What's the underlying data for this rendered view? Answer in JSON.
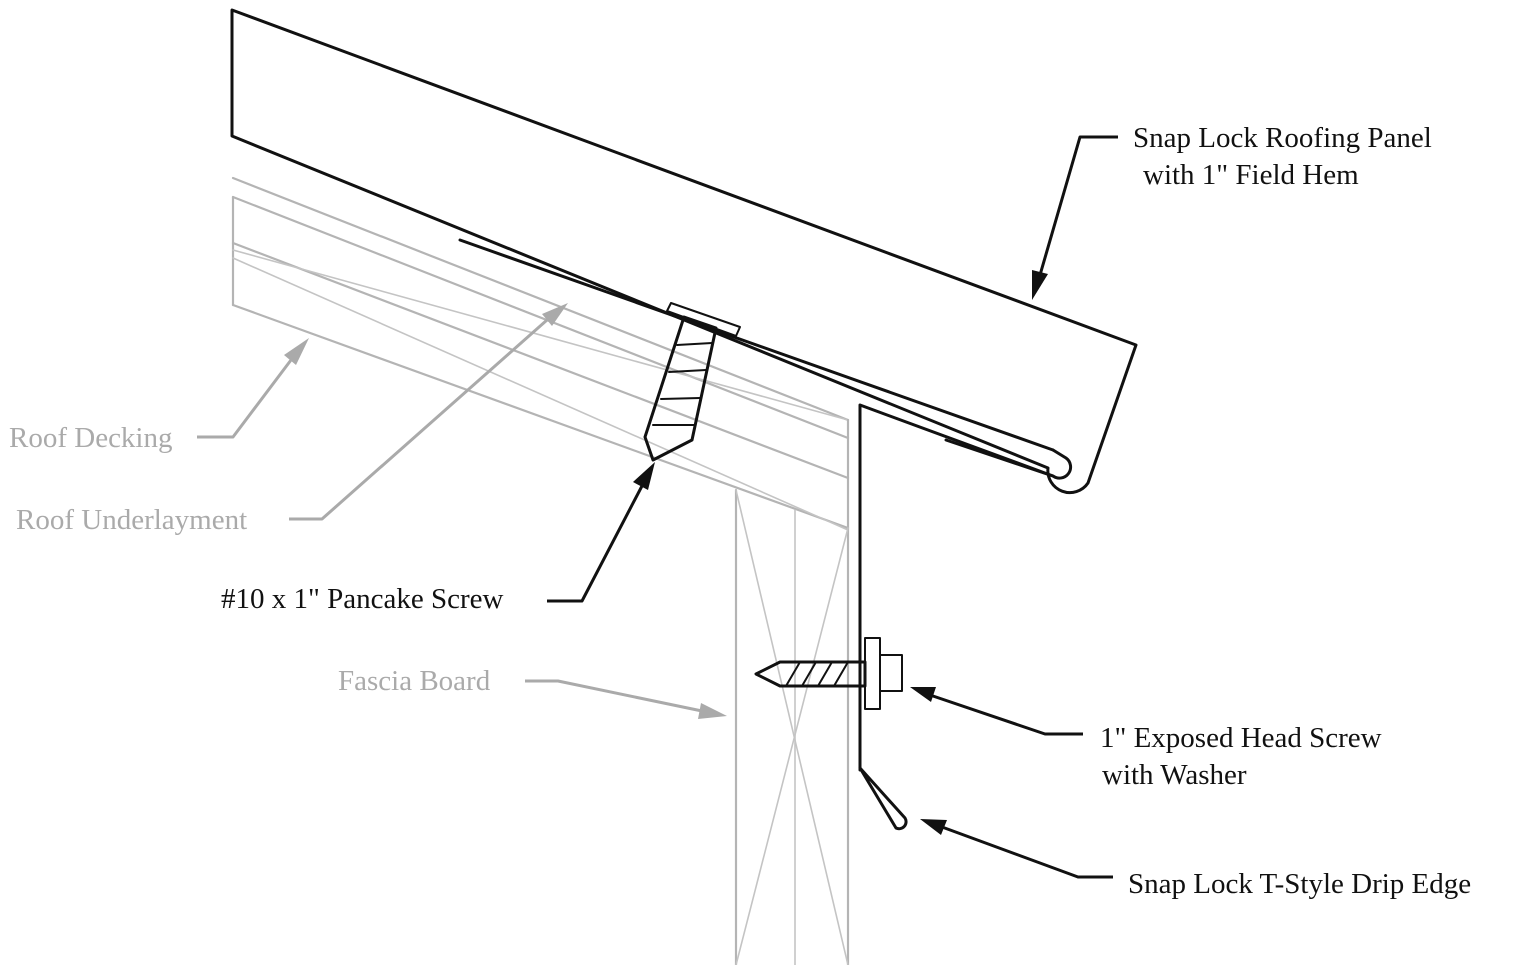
{
  "colors": {
    "line_dark": "#111111",
    "line_gray": "#b4b4b4",
    "label_gray": "#aaaaaa",
    "background": "#ffffff"
  },
  "labels": {
    "roofing_panel": {
      "line1": "Snap Lock Roofing Panel",
      "line2": "with 1\" Field Hem"
    },
    "roof_decking": "Roof Decking",
    "roof_underlayment": "Roof Underlayment",
    "pancake_screw": "#10 x 1\" Pancake Screw",
    "fascia_board": "Fascia Board",
    "exposed_screw": {
      "line1": "1\" Exposed Head Screw",
      "line2": "with Washer"
    },
    "drip_edge": "Snap Lock T-Style Drip Edge"
  }
}
